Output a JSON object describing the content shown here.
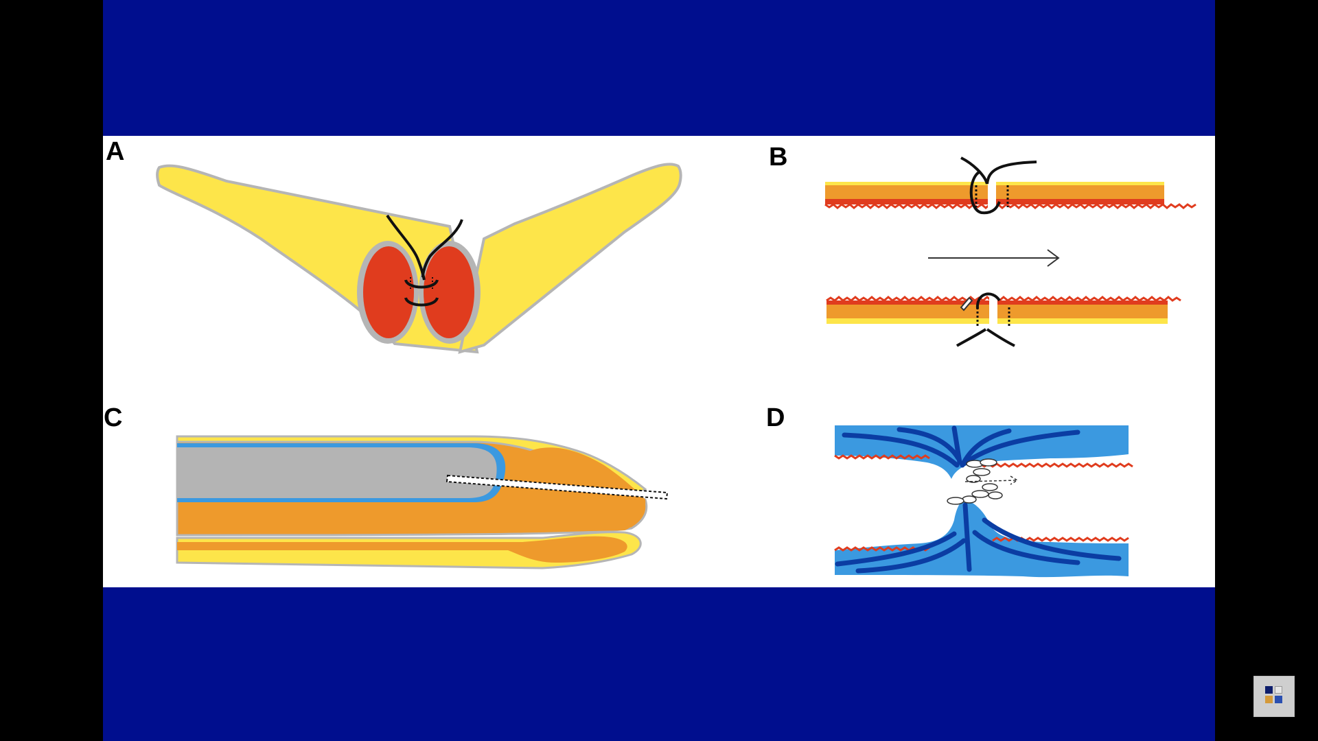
{
  "slide": {
    "background_color": "#000e8e",
    "panel_background": "#ffffff"
  },
  "figure": {
    "panels": [
      {
        "id": "A",
        "label": "A"
      },
      {
        "id": "B",
        "label": "B"
      },
      {
        "id": "C",
        "label": "C"
      },
      {
        "id": "D",
        "label": "D"
      }
    ],
    "colors": {
      "yellow": "#fde54a",
      "red": "#e03c1e",
      "orange": "#ee9a2c",
      "gray_outline": "#b5b5b5",
      "bone_gray": "#b4b4b4",
      "blue": "#3b99e0",
      "dark_blue": "#0b3da3",
      "suture": "#111111"
    }
  },
  "logo": {
    "icon": "institution-logo-icon"
  }
}
